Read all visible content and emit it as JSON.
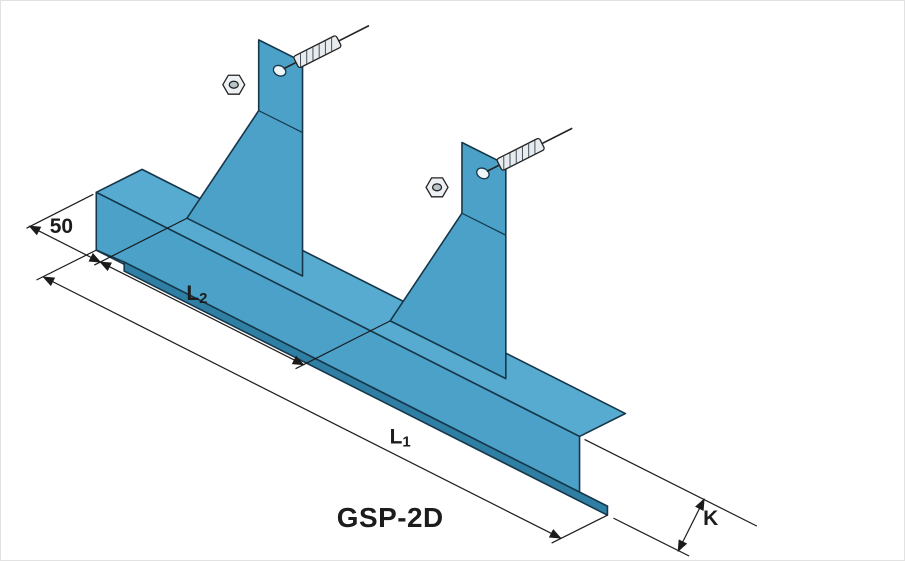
{
  "title": "GSP-2D",
  "labels": {
    "end_offset": "50",
    "spacing_base": "L",
    "spacing_sub": "2",
    "length_base": "L",
    "length_sub": "1",
    "height": "K"
  },
  "colors": {
    "flange": "#57ABD1",
    "face": "#4BA1C8",
    "fold": "#83C6DF",
    "hem": "#2F7FA5",
    "bracket": "#4BA1C8",
    "hole": "#EDF5F9",
    "nut": "#EEF1F3",
    "nut_core": "#B9C4CB",
    "rod": "#E8ECEF",
    "outline": "#16374A",
    "dimension": "#1C1C1C"
  }
}
